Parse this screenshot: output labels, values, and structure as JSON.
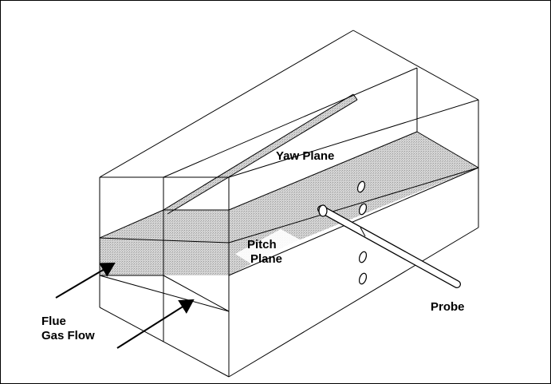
{
  "labels": {
    "yaw_plane": "Yaw Plane",
    "pitch_plane_line1": "Pitch",
    "pitch_plane_line2": "Plane",
    "flue_line1": "Flue",
    "flue_line2": "Gas Flow",
    "probe": "Probe"
  },
  "colors": {
    "line": "#000000",
    "plane_shade": "#c8c8c8",
    "highlight": "#ffffff"
  },
  "icons": {
    "flow_arrow": "arrow-icon",
    "probe_port": "ellipse-port-icon"
  }
}
